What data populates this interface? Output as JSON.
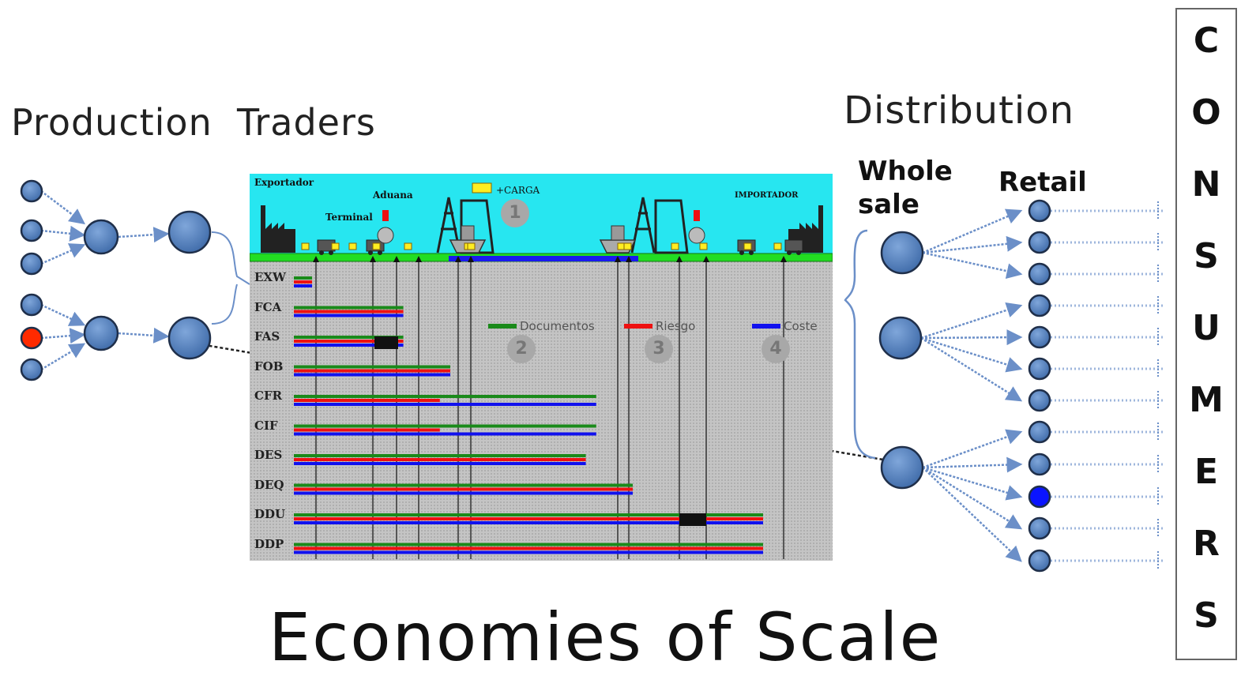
{
  "headings": {
    "production": "Production",
    "traders": "Traders",
    "distribution": "Distribution",
    "wholesale": "Whole sale",
    "retail": "Retail",
    "title": "Economies of Scale"
  },
  "consumers_letters": [
    "C",
    "O",
    "N",
    "S",
    "U",
    "M",
    "E",
    "R",
    "S"
  ],
  "colors": {
    "node": "#4f81bd",
    "node_stroke": "#1f2f4a",
    "highlight_producer": "#ff2a00",
    "highlight_retailer": "#0a14ff",
    "arrow": "#6b8fc8",
    "sky": "#27e6f0",
    "ground_line": "#22dd22",
    "water_line": "#1a1aee",
    "bar_green": "#1a8a1a",
    "bar_red": "#ee1111",
    "bar_blue": "#1111ee"
  },
  "chart": {
    "sky_labels": {
      "exporter": "Exportador",
      "terminal": "Terminal",
      "aduana": "Aduana",
      "carga": "+CARGA",
      "importer": "IMPORTADOR"
    },
    "legend": [
      {
        "label": "Documentos",
        "color": "#1a8a1a"
      },
      {
        "label": "Riesgo",
        "color": "#ee1111"
      },
      {
        "label": "Coste",
        "color": "#1111ee"
      }
    ],
    "steps": [
      "1",
      "2",
      "3",
      "4"
    ],
    "terms": [
      {
        "code": "EXW",
        "green": 0.035,
        "red": 0.035,
        "blue": 0.035
      },
      {
        "code": "FCA",
        "green": 0.21,
        "red": 0.21,
        "blue": 0.21
      },
      {
        "code": "FAS",
        "green": 0.21,
        "red": 0.21,
        "blue": 0.21
      },
      {
        "code": "FOB",
        "green": 0.3,
        "red": 0.3,
        "blue": 0.3
      },
      {
        "code": "CFR",
        "green": 0.58,
        "red": 0.28,
        "blue": 0.58
      },
      {
        "code": "CIF",
        "green": 0.58,
        "red": 0.28,
        "blue": 0.58
      },
      {
        "code": "DES",
        "green": 0.56,
        "red": 0.56,
        "blue": 0.56
      },
      {
        "code": "DEQ",
        "green": 0.65,
        "red": 0.65,
        "blue": 0.65
      },
      {
        "code": "DDU",
        "green": 0.9,
        "red": 0.9,
        "blue": 0.9
      },
      {
        "code": "DDP",
        "green": 0.9,
        "red": 0.9,
        "blue": 0.9
      }
    ]
  }
}
